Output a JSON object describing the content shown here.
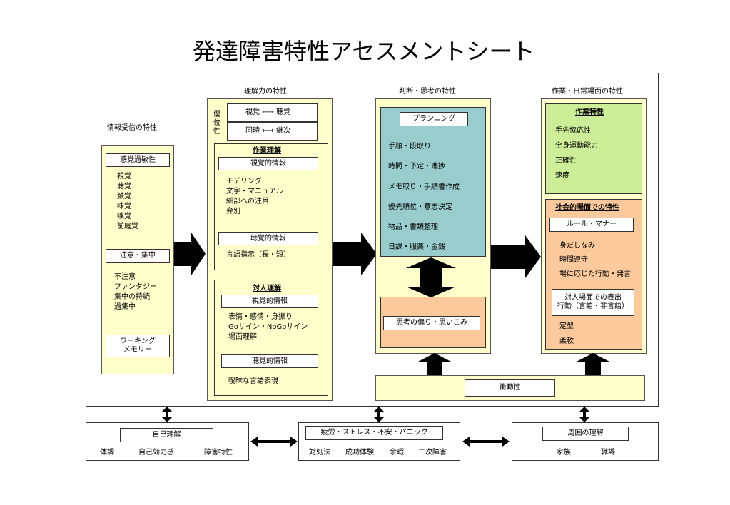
{
  "title": "発達障害特性アセスメントシート",
  "info_reception": {
    "heading": "情報受信の特性",
    "hypersensitivity": "感覚過敏性",
    "senses": [
      "視覚",
      "聴覚",
      "触覚",
      "味覚",
      "嗅覚",
      "前庭覚"
    ],
    "attention": "注意・集中",
    "attention_items": [
      "不注意",
      "ファンタジー",
      "集中の持続",
      "過集中"
    ],
    "working_memory": [
      "ワーキング",
      "メモリー"
    ]
  },
  "comprehension": {
    "heading": "理解力の特性",
    "dominance_label": [
      "優",
      "位",
      "性"
    ],
    "dominance": [
      "視覚 ←→ 聴覚",
      "同時 ←→ 継次"
    ],
    "task": {
      "heading": "作業理解",
      "visual": "視覚的情報",
      "visual_items": [
        "モデリング",
        "文字・マニュアル",
        "細部への注目",
        "弁別"
      ],
      "auditory": "聴覚的情報",
      "auditory_items": [
        "言語指示（長・短）"
      ]
    },
    "interpersonal": {
      "heading": "対人理解",
      "visual": "視覚的情報",
      "visual_items": [
        "表情・感情・身振り",
        "Goサイン・NoGoサイン",
        "場面理解"
      ],
      "auditory": "聴覚的情報",
      "auditory_items": [
        "曖昧な言語表現"
      ]
    }
  },
  "judgment": {
    "heading": "判断・思考の特性",
    "planning": "プランニング",
    "planning_items": [
      "手順・段取り",
      "時間・予定・進捗",
      "メモ取り・手順書作成",
      "優先順位・意志決定",
      "物品・書類整理",
      "日課・服薬・金銭"
    ],
    "bias": "思考の偏り・思いこみ"
  },
  "daily": {
    "heading": "作業・日常場面の特性",
    "task_heading": "作業特性",
    "task_items": [
      "手先協応性",
      "全身運動能力",
      "正確性",
      "速度"
    ],
    "social_heading": "社会的場面での特性",
    "rules": "ルール・マナー",
    "social_items": [
      "身だしなみ",
      "時間遵守",
      "場に応じた行動・発言"
    ],
    "interpersonal": [
      "対人場面での表出",
      "行動（言語・非言語）"
    ],
    "social_items2": [
      "定型",
      "柔軟"
    ]
  },
  "impulsivity": "衝動性",
  "bottom": {
    "self": {
      "heading": "自己理解",
      "items": [
        "体調",
        "自己効力感",
        "障害特性"
      ]
    },
    "stress": {
      "heading": "疲労・ストレス・不安・パニック",
      "items": [
        "対処法",
        "成功体験",
        "余暇",
        "二次障害"
      ]
    },
    "surround": {
      "heading": "周囲の理解",
      "items": [
        "家族",
        "職場"
      ]
    }
  },
  "colors": {
    "yellow": "#ffffcc",
    "teal": "#99cccc",
    "peach": "#fcc99c",
    "green": "#ccee99",
    "arrow": "#000000"
  }
}
